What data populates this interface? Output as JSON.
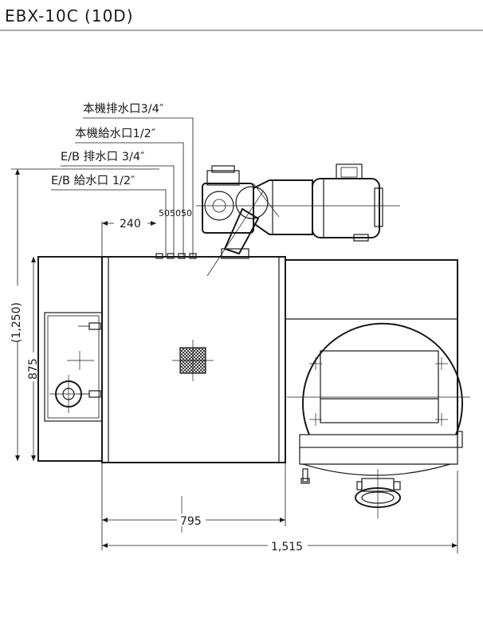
{
  "title": "EBX-10C (10D)",
  "pipes": [
    {
      "label": "本機排水口3/4″"
    },
    {
      "label": "本機給水口1/2″"
    },
    {
      "label": "E/B 排水口 3/4″"
    },
    {
      "label": "E/B 給水口 1/2″"
    }
  ],
  "pipe_spacing": [
    "50",
    "50",
    "50"
  ],
  "dimensions": {
    "offset_240": "240",
    "height_total": "(1,250)",
    "height_875": "875",
    "width_795": "795",
    "width_1515": "1,515"
  }
}
